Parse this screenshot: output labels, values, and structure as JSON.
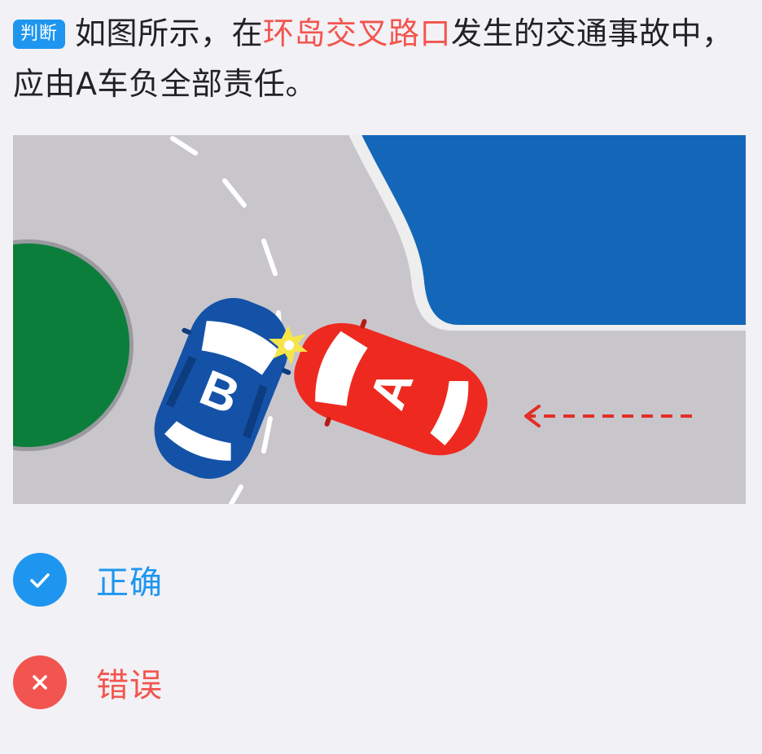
{
  "question": {
    "badge": "判断",
    "text_before": "如图所示，在",
    "highlight": "环岛交叉路口",
    "text_after": "发生的交通事故中，应由A车负全部责任。"
  },
  "figure": {
    "car_a_label": "A",
    "car_b_label": "B"
  },
  "options": [
    {
      "label": "正确",
      "icon": "check-icon",
      "color": "#1e96ef"
    },
    {
      "label": "错误",
      "icon": "close-icon",
      "color": "#f2554f"
    }
  ],
  "colors": {
    "badge": "#1e96ef",
    "highlight": "#f2554f",
    "road": "#c8c6cb",
    "water": "#1467b8",
    "island": "#0c7e3c",
    "car_a": "#ee2a20",
    "car_b": "#1452a8",
    "arrow": "#e22f26",
    "collision": "#f5e54a"
  }
}
